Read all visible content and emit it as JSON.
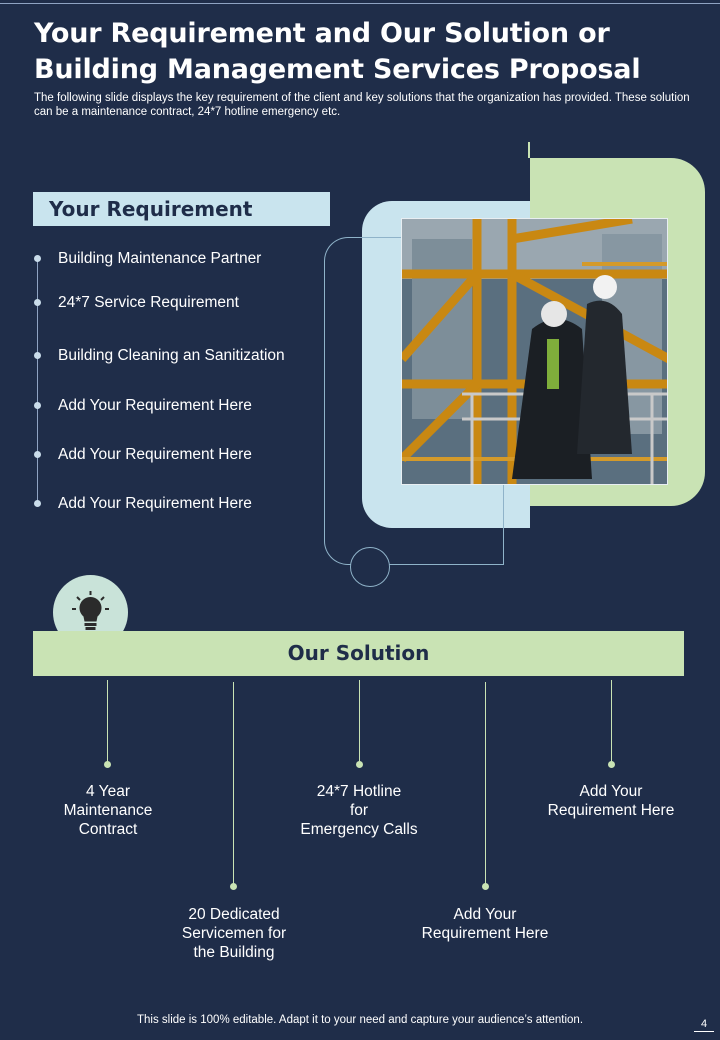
{
  "title": "Your Requirement and Our Solution or Building Management Services Proposal",
  "subtitle": "The following slide displays the key requirement of the client and  key solutions that the organization has provided. These solution can be a maintenance contract, 24*7 hotline emergency etc.",
  "requirement": {
    "header": "Your Requirement",
    "items": [
      "Building Maintenance Partner",
      "24*7 Service Requirement",
      "Building Cleaning an Sanitization",
      "Add Your Requirement Here",
      "Add Your Requirement Here",
      "Add Your Requirement Here"
    ]
  },
  "solution": {
    "header": "Our Solution",
    "items": [
      "4 Year\nMaintenance\nContract",
      "20 Dedicated\nServicemen for\nthe Building",
      "24*7 Hotline\nfor\nEmergency Calls",
      "Add Your\nRequirement Here",
      "Add Your\nRequirement Here"
    ]
  },
  "icons": {
    "bulb": "lightbulb-icon",
    "photo": "construction-workers-photo"
  },
  "colors": {
    "background": "#1f2d49",
    "light_blue": "#c9e4ee",
    "light_green": "#c9e3b4"
  },
  "footer": "This slide is 100% editable. Adapt it to your need and capture your audience’s attention.",
  "page_number": "4"
}
